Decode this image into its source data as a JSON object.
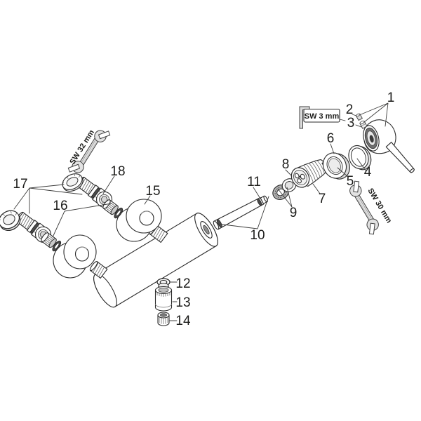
{
  "diagram": {
    "type": "exploded-parts-diagram",
    "background_color": "#ffffff",
    "line_color": "#2a2a2a",
    "tool_fill_color": "#e2e2e2",
    "part_labels": [
      {
        "text": "1"
      },
      {
        "text": "2"
      },
      {
        "text": "3"
      },
      {
        "text": "4"
      },
      {
        "text": "5"
      },
      {
        "text": "6"
      },
      {
        "text": "7"
      },
      {
        "text": "8"
      },
      {
        "text": "9"
      },
      {
        "text": "10"
      },
      {
        "text": "11"
      },
      {
        "text": "12"
      },
      {
        "text": "13"
      },
      {
        "text": "14"
      },
      {
        "text": "15"
      },
      {
        "text": "16"
      },
      {
        "text": "17"
      },
      {
        "text": "18"
      }
    ],
    "tool_labels": [
      {
        "text": "SW 3 mm"
      },
      {
        "text": "SW 32 mm"
      },
      {
        "text": "SW 30 mm"
      }
    ]
  }
}
